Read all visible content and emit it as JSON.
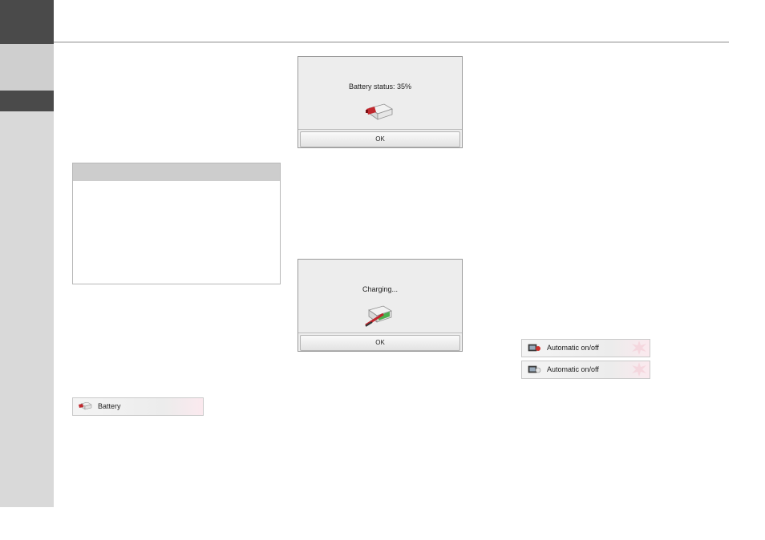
{
  "dialog_battery_status": {
    "message": "Battery status: 35%",
    "ok_label": "OK"
  },
  "dialog_charging": {
    "message": "Charging...",
    "ok_label": "OK"
  },
  "menu": {
    "battery_label": "Battery",
    "automatic_on_label": "Automatic on/off",
    "automatic_off_label": "Automatic on/off"
  },
  "icons": {
    "battery": "battery-icon",
    "charging": "charging-battery-icon",
    "auto_on": "monitor-on-icon",
    "auto_off": "monitor-off-icon"
  },
  "colors": {
    "sidebar_dark": "#4a4a4a",
    "sidebar_light": "#d9d9d9",
    "battery_red": "#c0272d",
    "charge_green": "#4caf50"
  }
}
